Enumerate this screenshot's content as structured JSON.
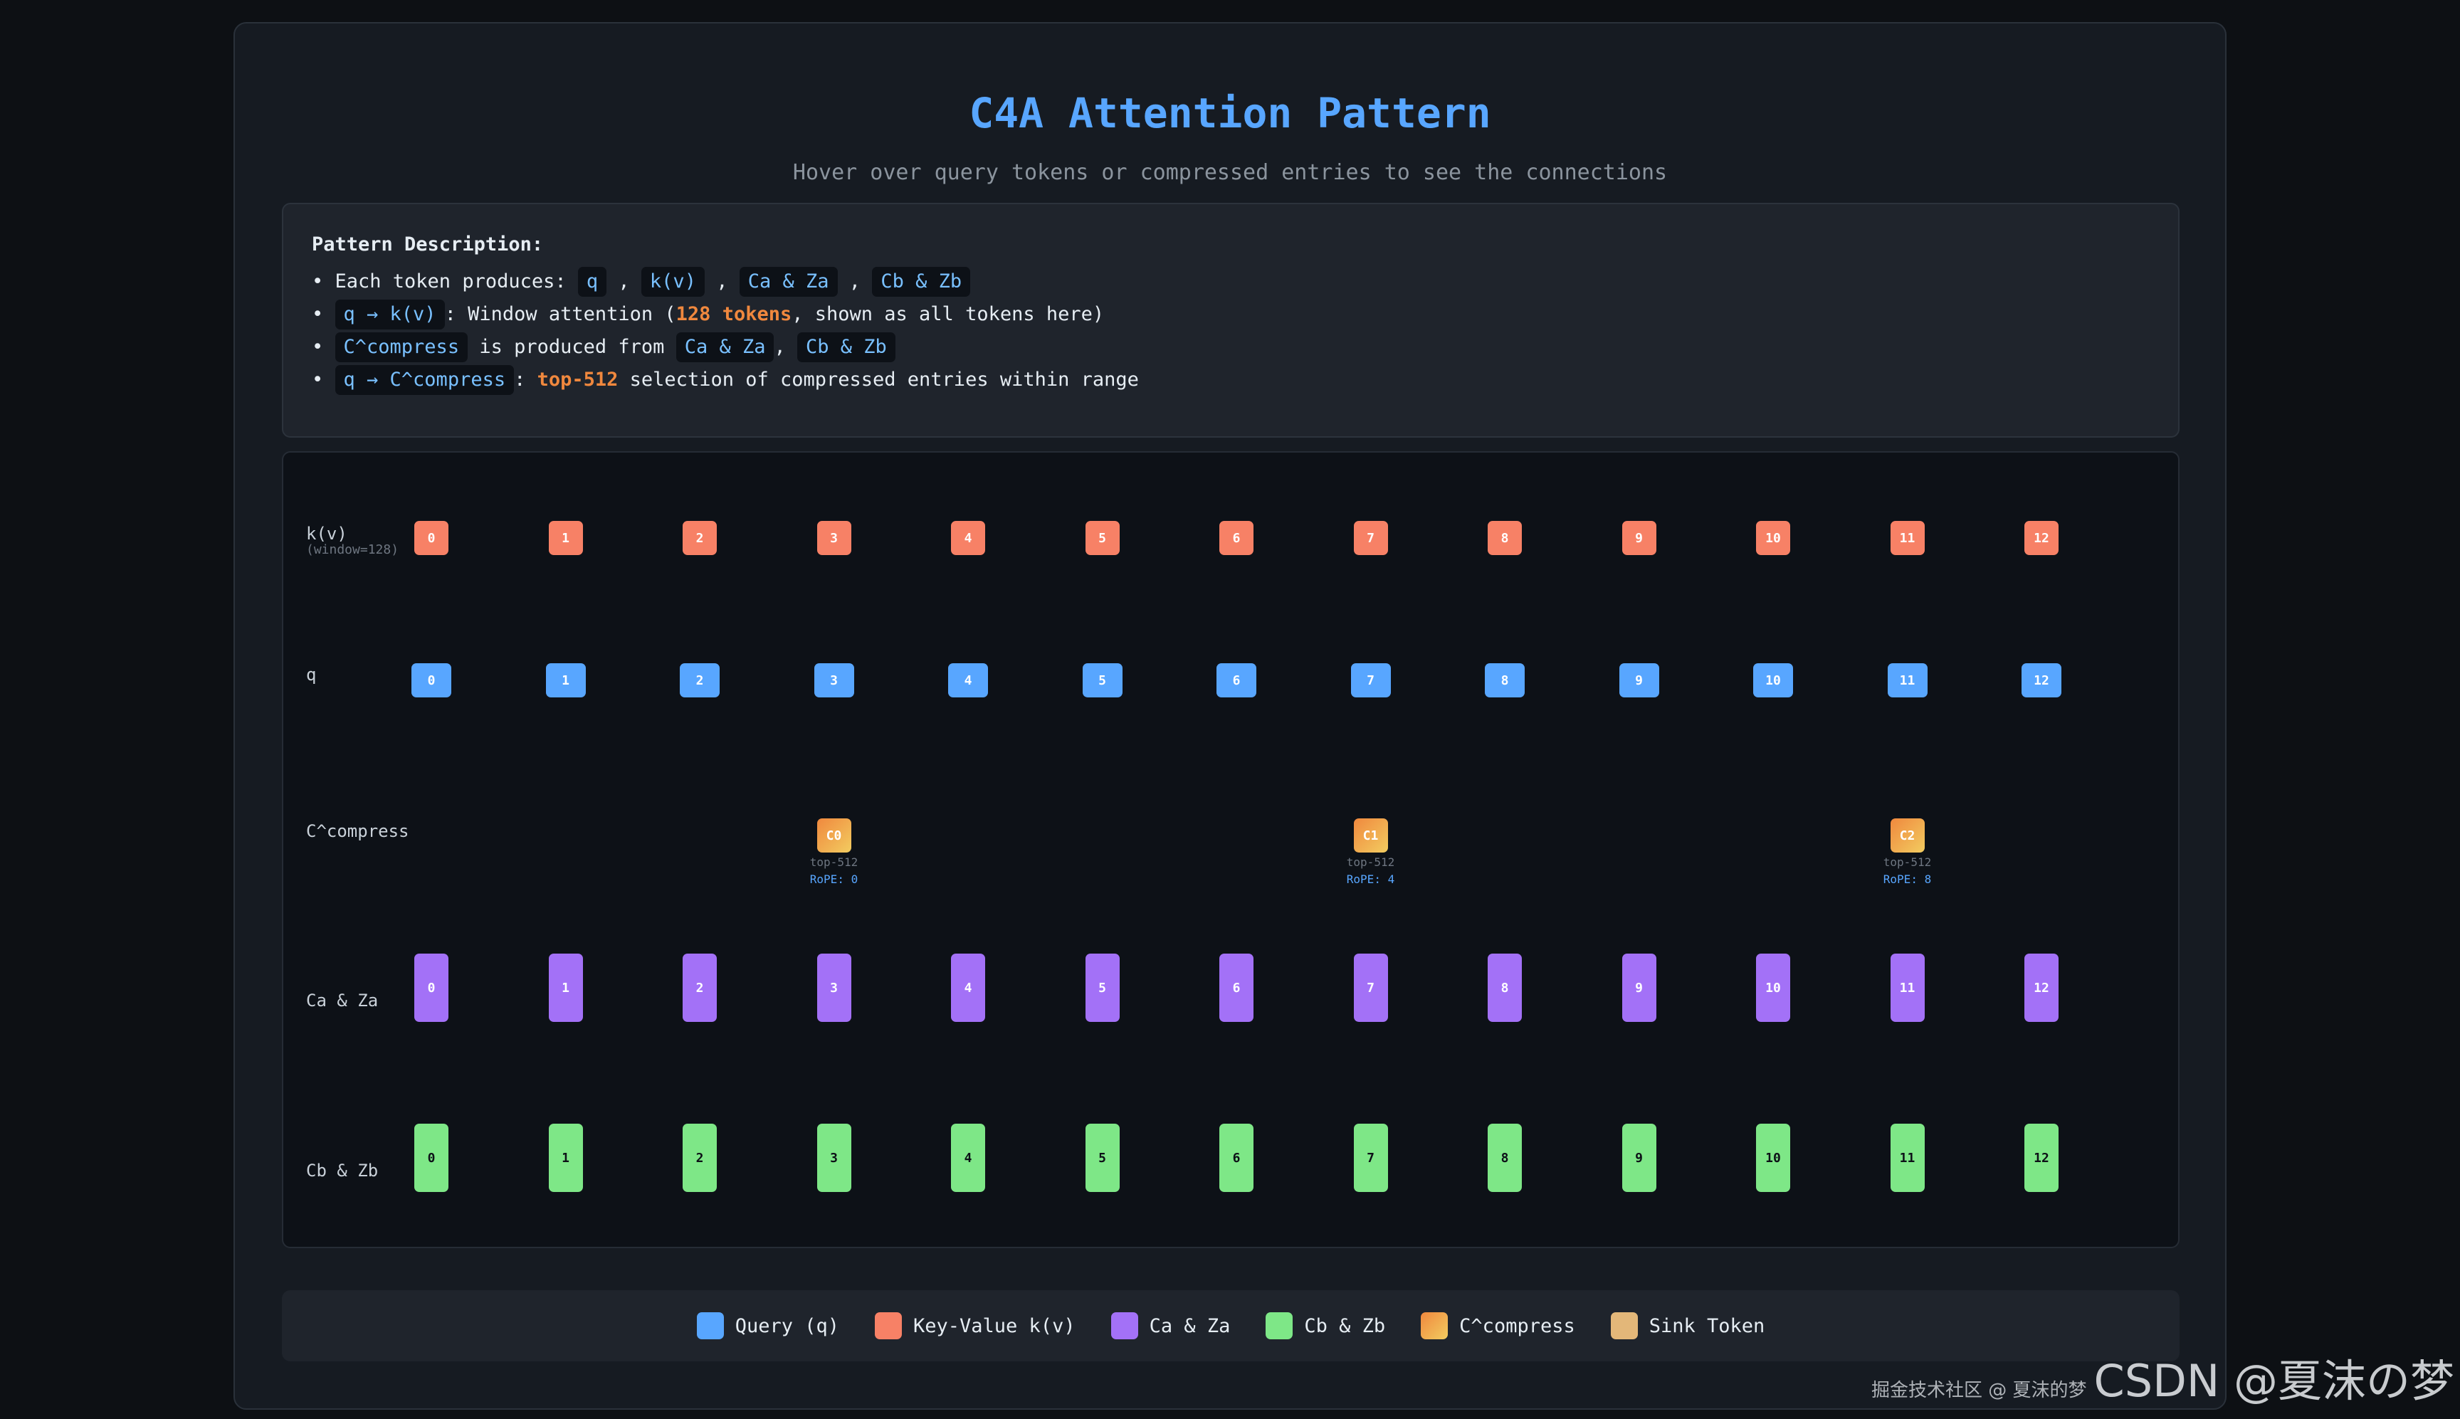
{
  "title": "C4A Attention Pattern",
  "subtitle": "Hover over query tokens or compressed entries to see the connections",
  "description": {
    "heading": "Pattern Description:",
    "line1": {
      "prefix": "• Each token produces: ",
      "codes": [
        "q",
        "k(v)",
        "Ca & Za",
        "Cb & Zb"
      ]
    },
    "line2": {
      "code": "q → k(v)",
      "text1": ": Window attention (",
      "highlight": "128 tokens",
      "text2": ", shown as all tokens here)"
    },
    "line3": {
      "code1": "C^compress",
      "text1": " is produced from ",
      "code2": "Ca & Za",
      "sep": ",",
      "code3": "Cb & Zb"
    },
    "line4": {
      "code": "q → C^compress",
      "text1": ": ",
      "highlight": "top-512",
      "text2": " selection of compressed entries within range"
    }
  },
  "rows": {
    "kv": {
      "label": "k(v)",
      "sublabel": "(window=128)"
    },
    "q": {
      "label": "q"
    },
    "compress": {
      "label": "C^compress"
    },
    "ca": {
      "label": "Ca & Za"
    },
    "cb": {
      "label": "Cb & Zb"
    }
  },
  "tokens": [
    "0",
    "1",
    "2",
    "3",
    "4",
    "5",
    "6",
    "7",
    "8",
    "9",
    "10",
    "11",
    "12"
  ],
  "compressed": [
    {
      "label": "C0",
      "note": "top-512",
      "rope": "RoPE: 0",
      "token_index": 3
    },
    {
      "label": "C1",
      "note": "top-512",
      "rope": "RoPE: 4",
      "token_index": 7
    },
    {
      "label": "C2",
      "note": "top-512",
      "rope": "RoPE: 8",
      "token_index": 11
    }
  ],
  "legend": [
    {
      "label": "Query (q)",
      "color": "#58a6ff"
    },
    {
      "label": "Key-Value k(v)",
      "color": "#f78166"
    },
    {
      "label": "Ca & Za",
      "color": "#a371f7"
    },
    {
      "label": "Cb & Zb",
      "color": "#7ee787"
    },
    {
      "label": "C^compress",
      "color": "gradient:#f0883e-#f2cc60"
    },
    {
      "label": "Sink Token",
      "color": "#e3b779"
    }
  ],
  "watermark": {
    "small": "掘金技术社区 @ 夏沫的梦",
    "main": "CSDN @夏沫の梦"
  }
}
